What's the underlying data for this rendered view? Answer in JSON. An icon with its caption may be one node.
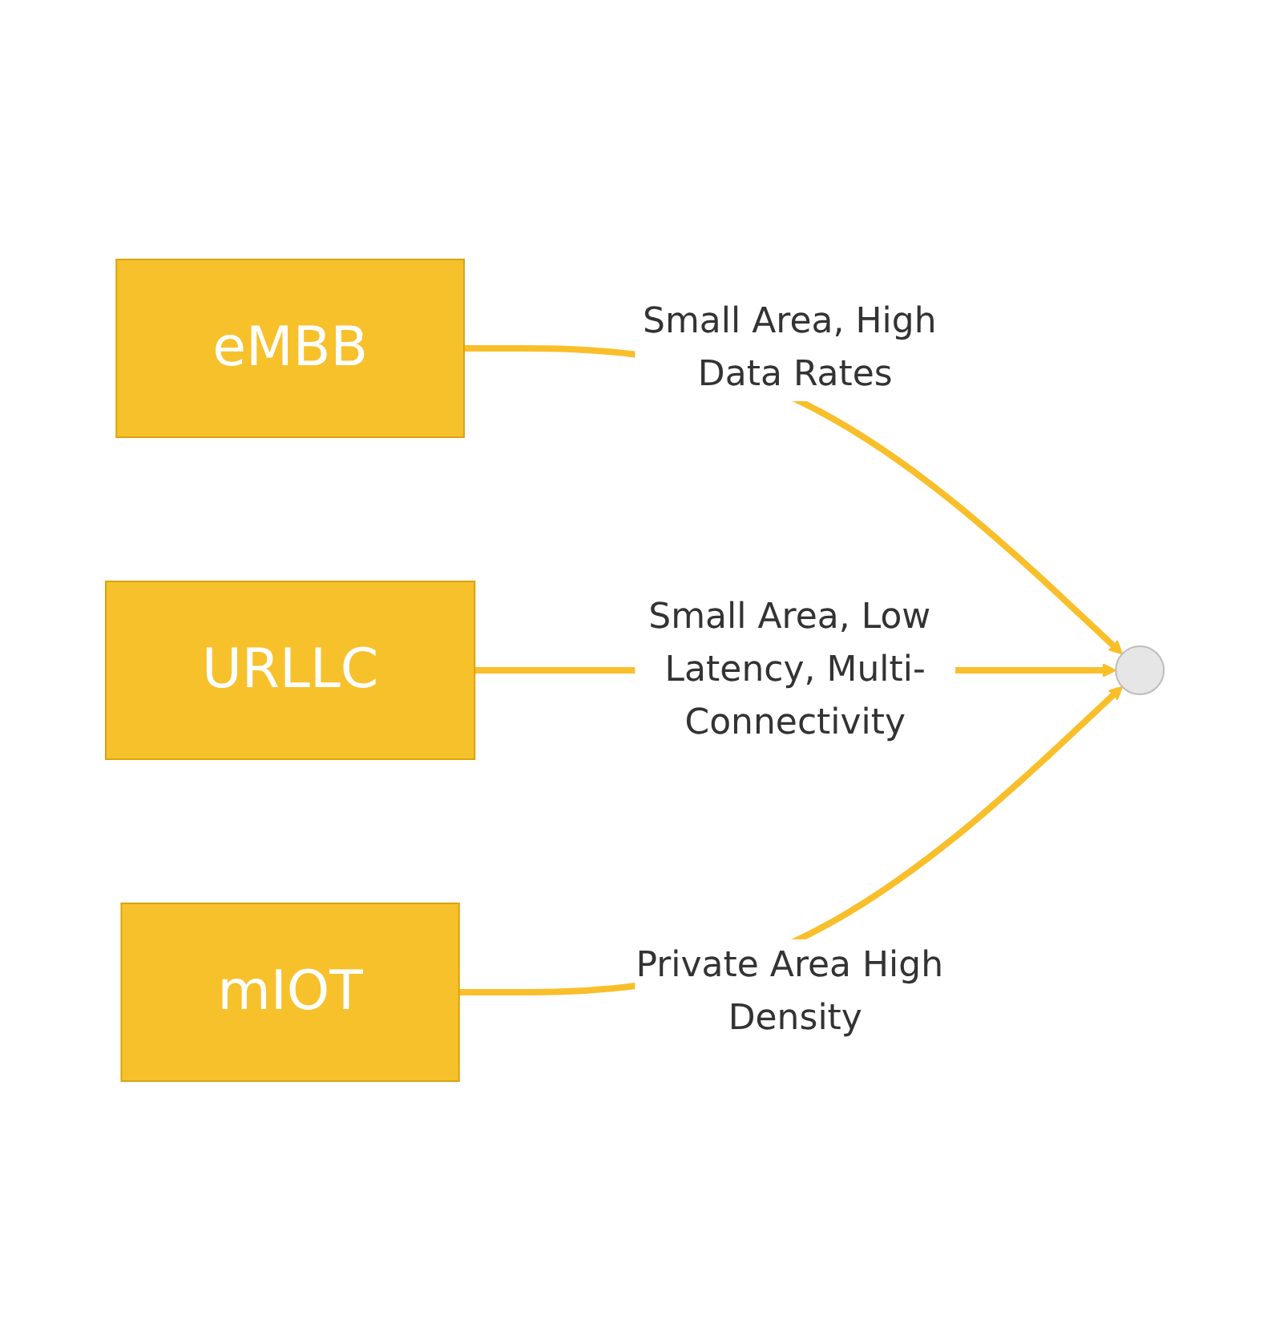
{
  "diagram": {
    "nodes": [
      {
        "text": [
          "eMBB"
        ]
      },
      {
        "text": [
          "URLLC"
        ]
      },
      {
        "text": [
          "mIOT"
        ]
      },
      {
        "text": [],
        "shape": "circle"
      }
    ],
    "edges": [
      {
        "from": 0,
        "to": 3,
        "arrow": "to",
        "label": "Small Area, High Data Rates"
      },
      {
        "from": 1,
        "to": 3,
        "arrow": "to",
        "label": "Small Area, Low Latency, Multi-Connectivity"
      },
      {
        "from": 2,
        "to": 3,
        "arrow": "to",
        "label": "Private Area High Density"
      }
    ]
  }
}
